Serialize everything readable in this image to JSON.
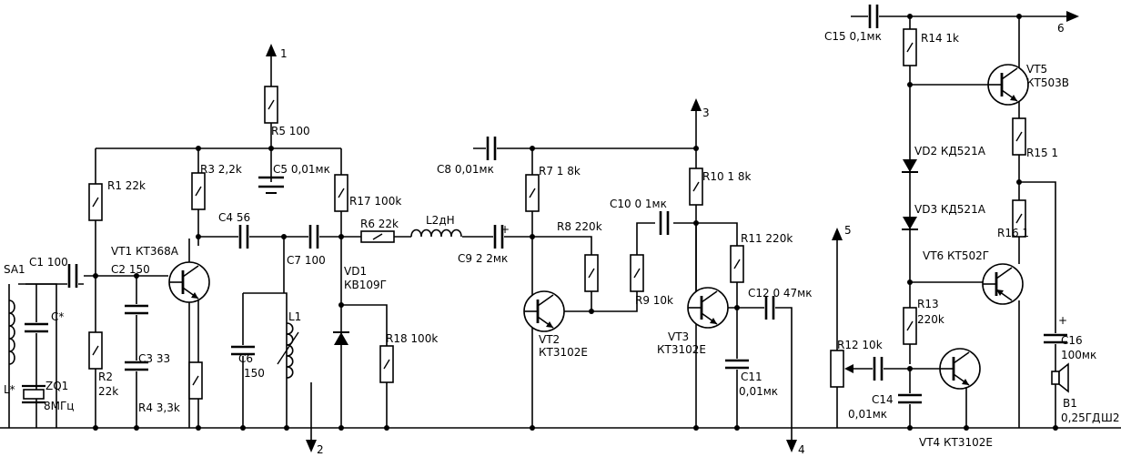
{
  "terminals": {
    "t1": "1",
    "t2": "2",
    "t3": "3",
    "t4": "4",
    "t5": "5",
    "t6": "6"
  },
  "parts": {
    "SA1": "SA1",
    "C1": "C1 100",
    "C2": "C2 150",
    "C3": "C3 33",
    "Cstar": "C*",
    "Lstar": "L*",
    "ZQ1": "ZQ1",
    "ZQ1_val": "8МГц",
    "R1": "R1 22k",
    "R2": "R2",
    "R2_val": "22k",
    "R4": "R4 3,3k",
    "R3": "R3 2,2k",
    "VT1": "VT1 КТ368А",
    "R5": "R5 100",
    "C5": "C5 0,01мк",
    "C4": "C4 56",
    "C7": "C7 100",
    "C6": "C6",
    "C6_val": "150",
    "L1": "L1",
    "R17": "R17 100k",
    "VD1": "VD1",
    "VD1_type": "КВ109Г",
    "R18": "R18 100k",
    "R6": "R6 22k",
    "L2": "L2дН",
    "C9": "C9 2 2мк",
    "C8": "C8 0,01мк",
    "R7": "R7 1 8k",
    "R8": "R8 220k",
    "VT2": "VT2",
    "VT2_type": "КТ3102Е",
    "R9": "R9 10k",
    "C10": "C10 0 1мк",
    "R10": "R10 1 8k",
    "R11": "R11 220k",
    "VT3": "VT3",
    "VT3_type": "КТ3102Е",
    "C12": "C12 0 47мк",
    "C11": "C11",
    "C11_val": "0,01мк",
    "C15": "C15 0,1мк",
    "R14": "R14 1k",
    "VT5": "VT5",
    "VT5_type": "КТ503В",
    "VD2": "VD2 КД521А",
    "VD3": "VD3 КД521А",
    "R15": "R15 1",
    "R16": "R16 1",
    "VT6": "VT6 КТ502Г",
    "R13": "R13",
    "R13_val": "220k",
    "R12": "R12 10k",
    "C14": "C14",
    "C14_val": "0,01мк",
    "VT4": "VT4 КТ3102Е",
    "C16": "C16",
    "C16_val": "100мк",
    "B1": "B1",
    "B1_val": "0,25ГД",
    "B1_suffix": "Ш2",
    "plus": "+"
  }
}
